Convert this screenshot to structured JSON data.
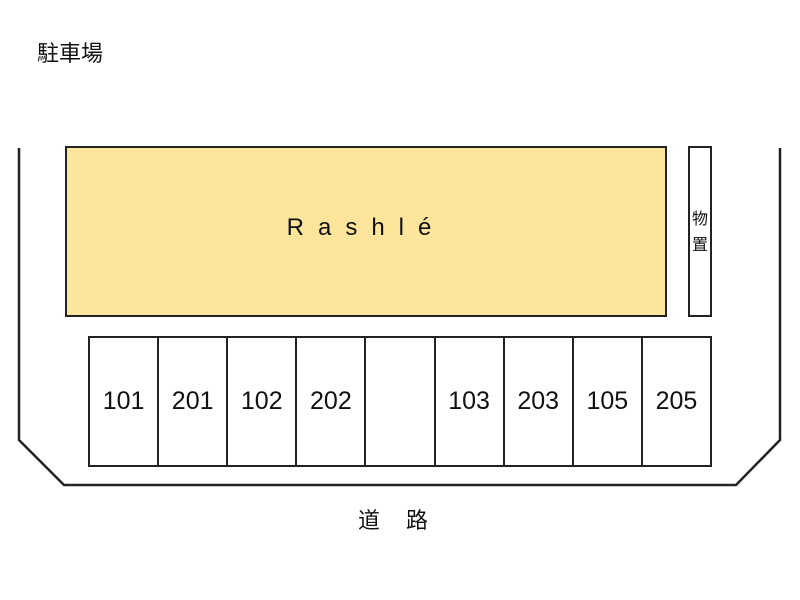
{
  "title": "駐車場",
  "building": {
    "name": "Rashlé",
    "fill_color": "#fde59c"
  },
  "storage": {
    "chars": [
      "物",
      "置"
    ]
  },
  "parking_spaces": [
    "101",
    "201",
    "102",
    "202",
    "",
    "103",
    "203",
    "105",
    "205"
  ],
  "road": "道路"
}
